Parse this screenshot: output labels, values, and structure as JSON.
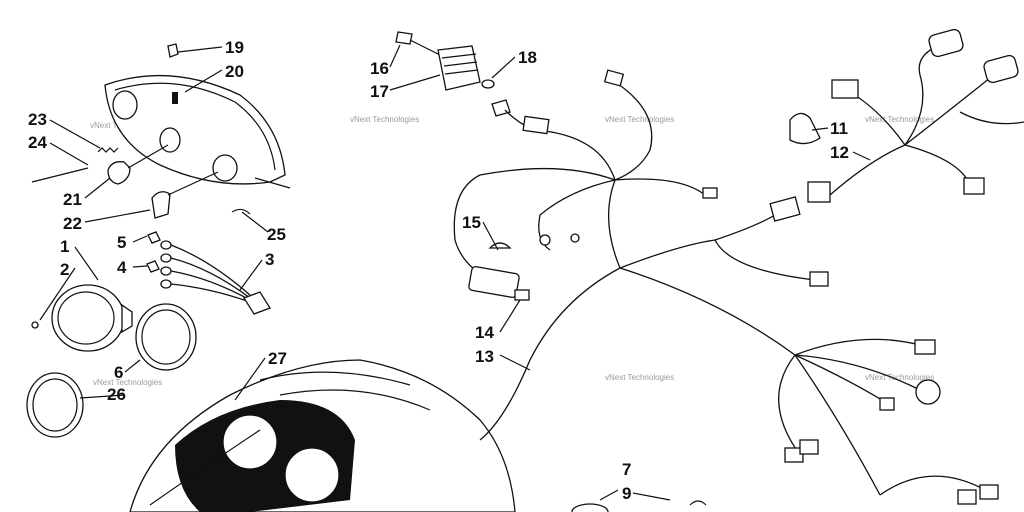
{
  "callouts": [
    "1",
    "2",
    "3",
    "4",
    "5",
    "6",
    "7",
    "9",
    "11",
    "12",
    "13",
    "14",
    "15",
    "16",
    "17",
    "18",
    "19",
    "20",
    "21",
    "22",
    "23",
    "24",
    "25",
    "26",
    "27"
  ],
  "watermark": "vNext Technologies"
}
